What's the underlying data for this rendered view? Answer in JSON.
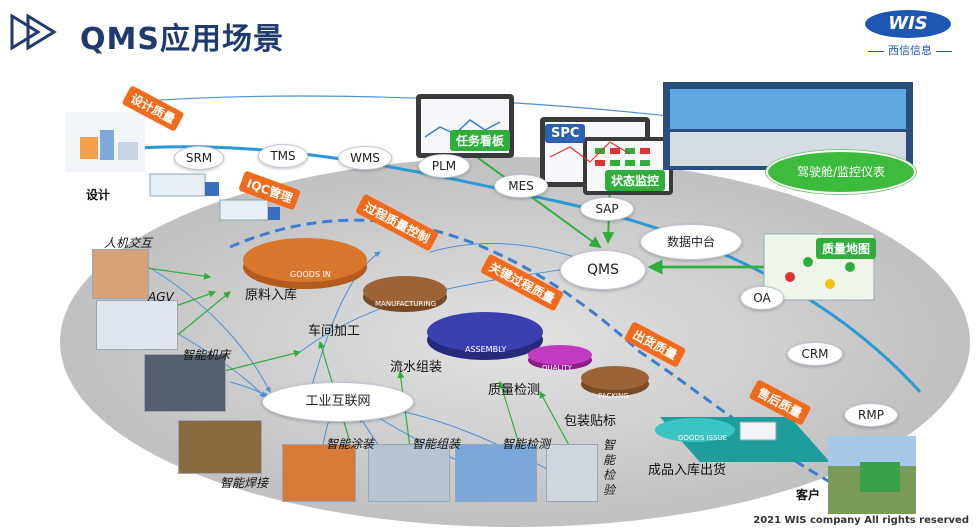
{
  "title": "QMS应用场景",
  "logo": {
    "mark": "WIS",
    "sub": "西信信息"
  },
  "footer": "2021 WIS company All rights reserved",
  "systems": {
    "srm": "SRM",
    "tms": "TMS",
    "wms": "WMS",
    "plm": "PLM",
    "mes": "MES",
    "sap": "SAP",
    "qms": "QMS",
    "data_center": "数据中台",
    "oa": "OA",
    "crm": "CRM",
    "rmp": "RMP",
    "iiot": "工业互联网"
  },
  "tags": {
    "design_quality": "设计质量",
    "iqc": "IQC管理",
    "process_control": "过程质量控制",
    "key_process": "关键过程质量",
    "shipping_quality": "出货质量",
    "aftersales_quality": "售后质量",
    "task_board": "任务看板",
    "status_monitor": "状态监控",
    "quality_map": "质量地图",
    "spc": "SPC"
  },
  "cockpit": "驾驶舱/监控仪表",
  "labels": {
    "design": "设计",
    "hmi": "人机交互",
    "agv": "AGV",
    "smart_machine": "智能机床",
    "smart_welding": "智能焊接",
    "smart_coating": "智能涂装",
    "smart_assembly": "智能组装",
    "smart_inspection": "智能检测",
    "smart_check_v": "智能检验",
    "raw_in": "原料入库",
    "workshop": "车间加工",
    "assembly_line": "流水组装",
    "quality_check": "质量检测",
    "packing": "包装贴标",
    "finished_goods": "成品入库出货",
    "customer": "客户"
  },
  "station_labels": {
    "goods_in": "GOODS IN",
    "manufacturing": "MANUFACTURING",
    "assembly": "ASSEMBLY",
    "quality": "QUALITY",
    "packing": "PACKING",
    "goods_issue": "GOODS ISSUE"
  },
  "colors": {
    "title": "#1f3a6e",
    "accent_orange": "#f26b1d",
    "accent_green": "#2fae3c",
    "flow_blue": "#2a9ad6"
  }
}
